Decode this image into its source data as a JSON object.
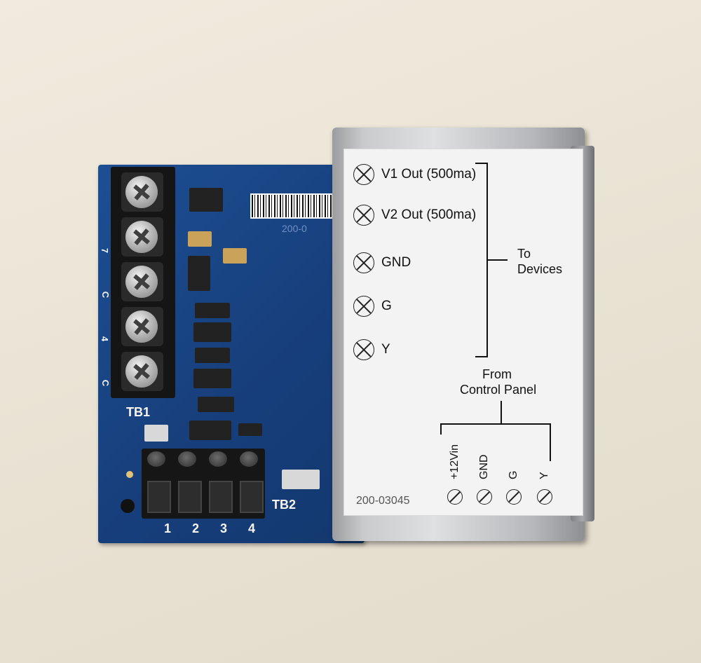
{
  "board": {
    "tb1_label": "TB1",
    "tb2_label": "TB2",
    "tb1_side_marks": [
      "7",
      "C",
      "4",
      "C"
    ],
    "tb2_numbers": [
      "1",
      "2",
      "3",
      "4"
    ],
    "board_code_partial": "200-0"
  },
  "label": {
    "outputs": [
      {
        "text": "V1 Out (500ma)"
      },
      {
        "text": "V2 Out (500ma)"
      },
      {
        "text": "GND"
      },
      {
        "text": "G"
      },
      {
        "text": "Y"
      }
    ],
    "to_devices_line1": "To",
    "to_devices_line2": "Devices",
    "from_line1": "From",
    "from_line2": "Control Panel",
    "inputs": [
      "+12Vin",
      "GND",
      "G",
      "Y"
    ],
    "part_number": "200-03045"
  }
}
